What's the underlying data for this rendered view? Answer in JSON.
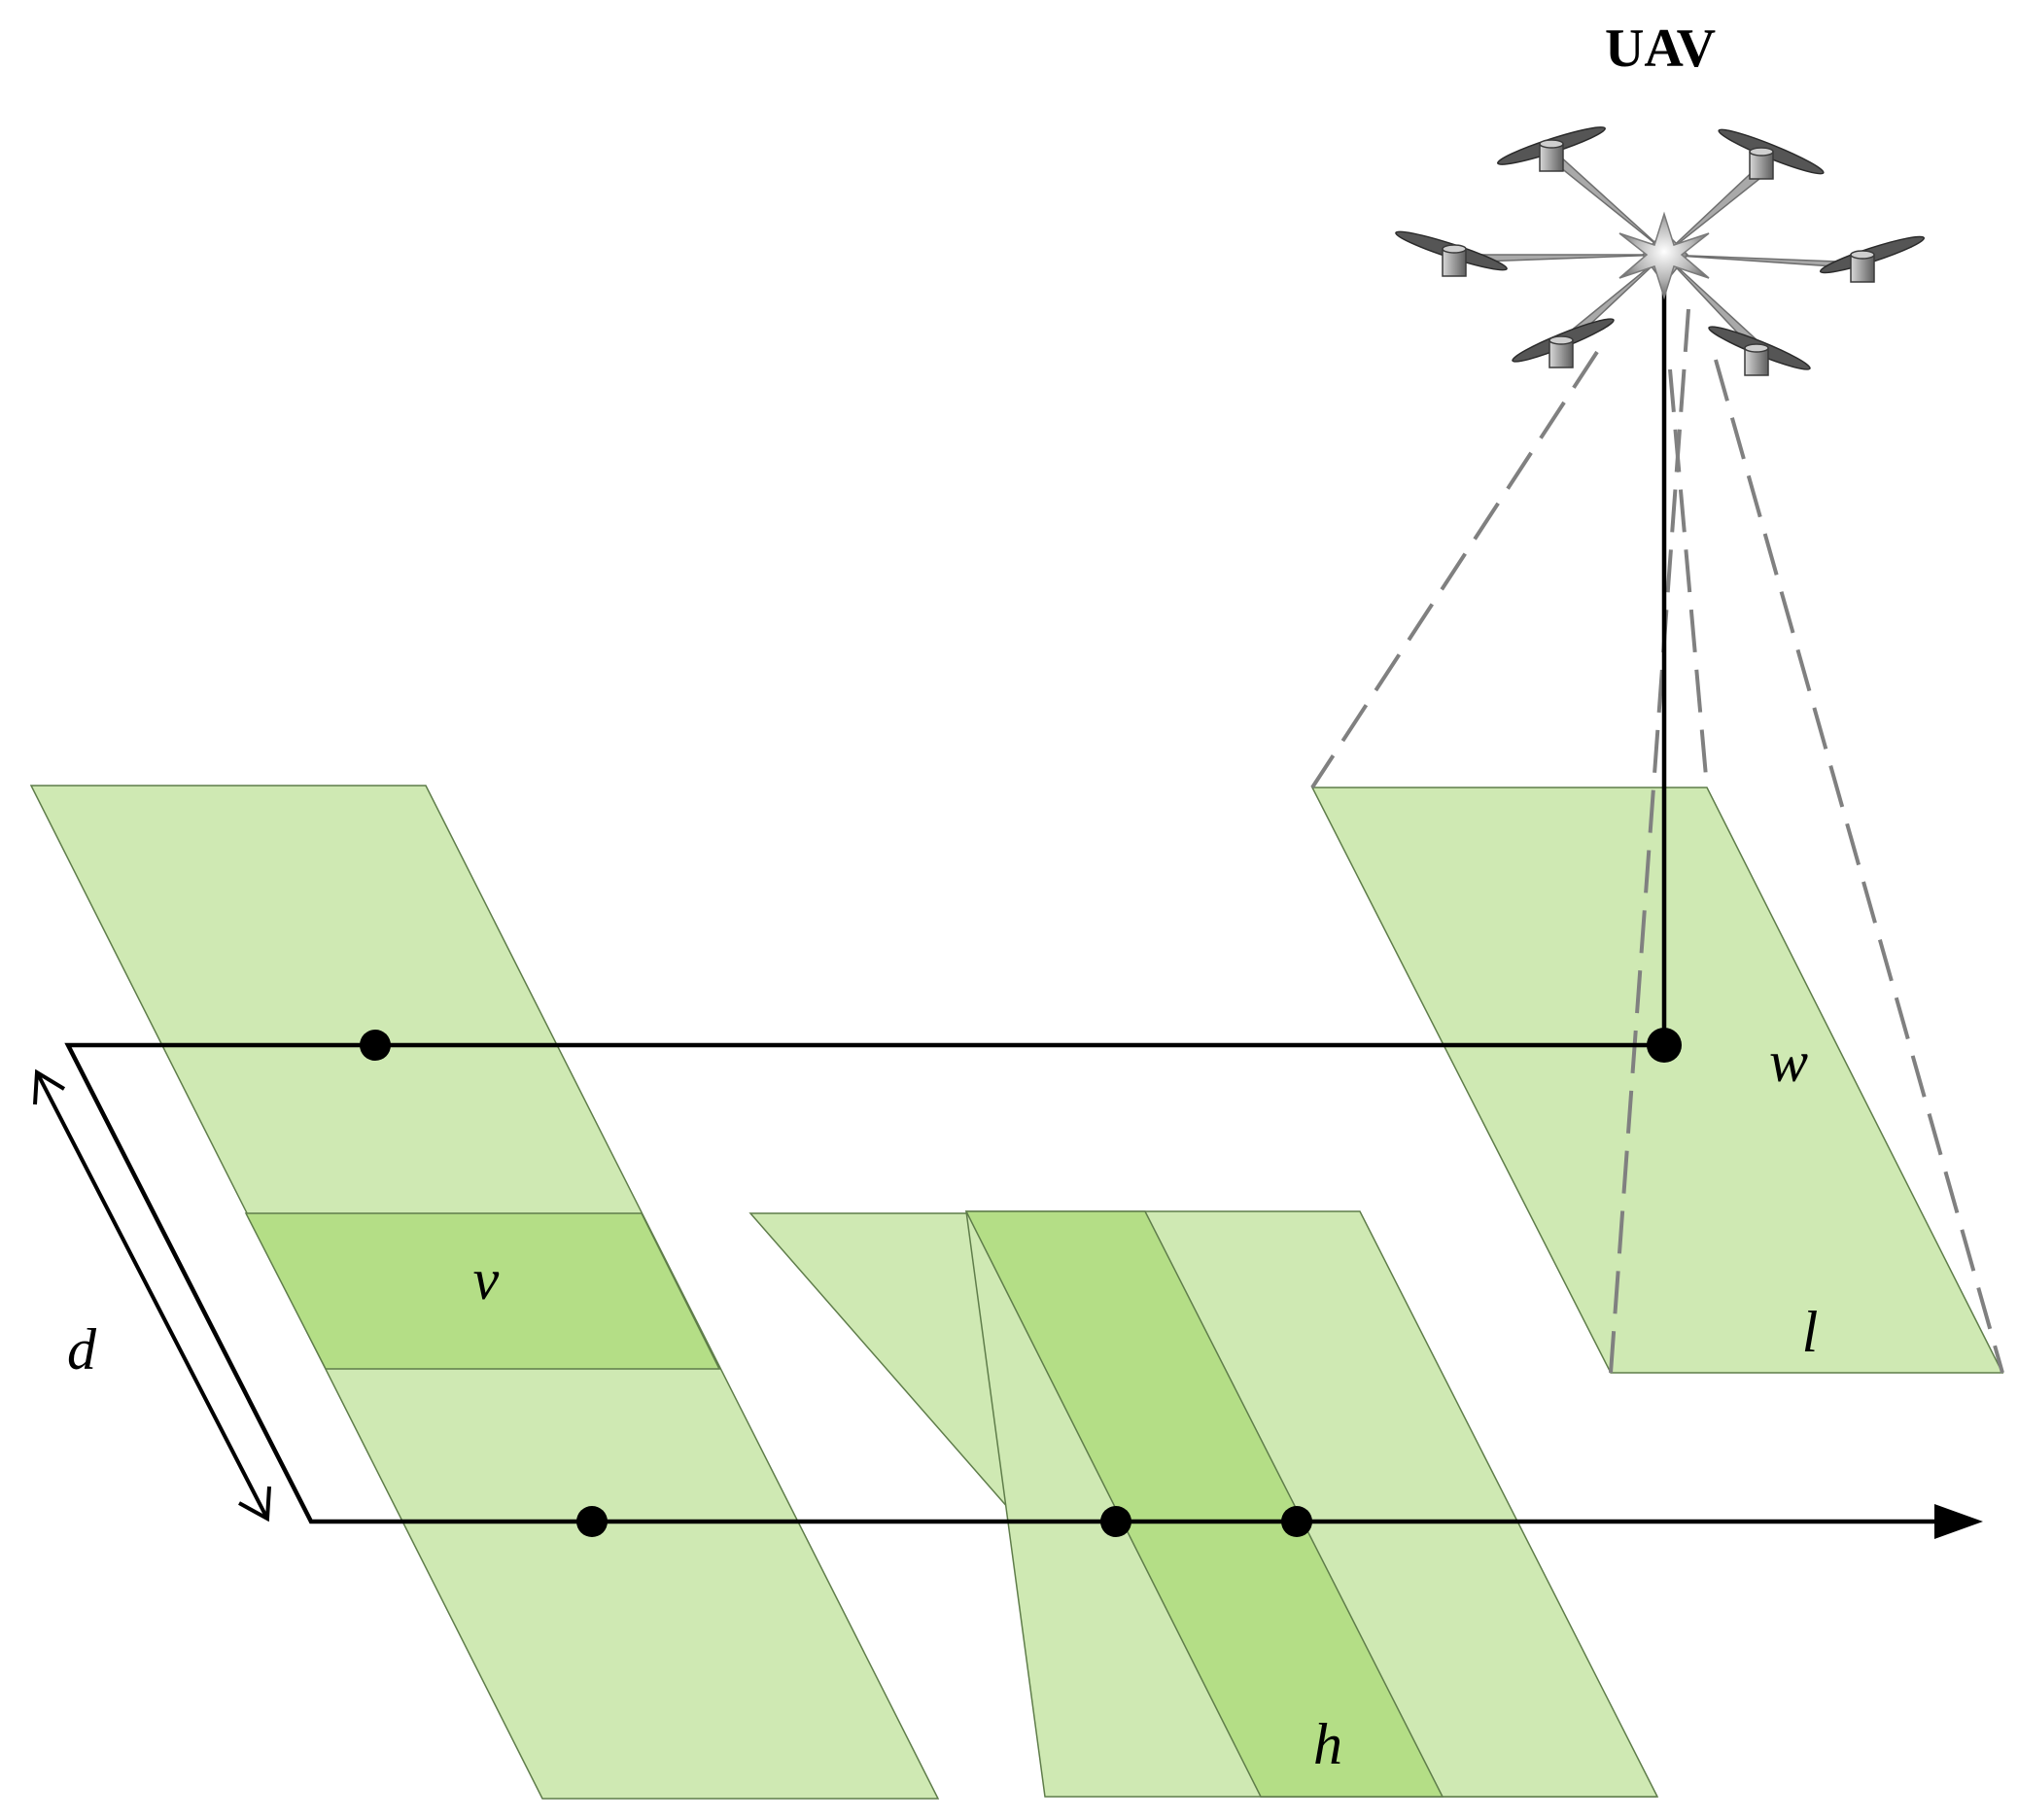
{
  "labels": {
    "uav": "UAV",
    "w": "w",
    "l": "l",
    "v": "v",
    "d": "d",
    "h": "h"
  },
  "colors": {
    "footprint_fill": "#cfe9b3",
    "overlap_fill": "#b4de86",
    "footprint_stroke": "#5f7d4a",
    "path": "#000000",
    "dash": "#808080",
    "drone_body": "#a0a0a0",
    "motor": "#8c8c8c",
    "propeller": "#555555"
  },
  "icons": {
    "drone": "hexacopter-drone-icon",
    "arrow": "flight-direction-arrow-icon",
    "dimension": "double-headed-arrow-icon"
  }
}
